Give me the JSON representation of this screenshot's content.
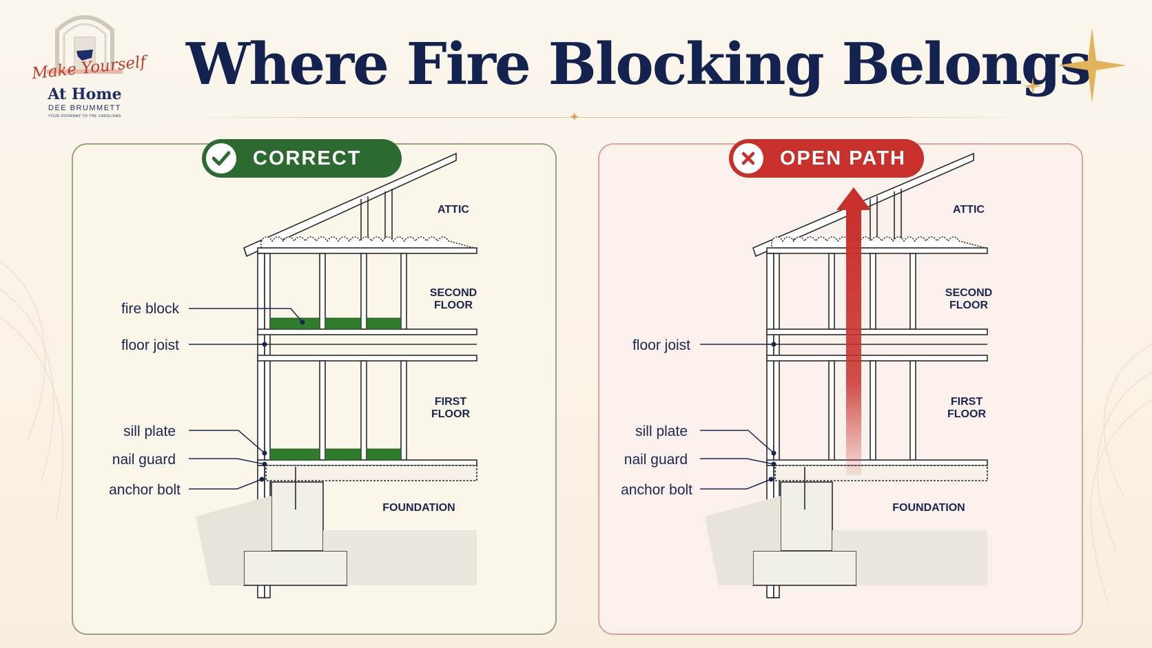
{
  "logo": {
    "script": "Make Yourself",
    "home": "At Home",
    "name": "DEE BRUMMETT",
    "tagline": "YOUR DOORWAY TO THE CAROLINAS"
  },
  "title": "Where Fire Blocking Belongs",
  "panels": {
    "correct": {
      "badge": "CORRECT",
      "attic": "ATTIC",
      "second_floor": [
        "SECOND",
        "FLOOR"
      ],
      "first_floor": [
        "FIRST",
        "FLOOR"
      ],
      "foundation": "FOUNDATION",
      "fire_block": "fire block",
      "floor_joist": "floor joist",
      "sill_plate": "sill plate",
      "nail_guard": "nail guard",
      "anchor_bolt": "anchor bolt"
    },
    "open": {
      "badge": "OPEN PATH",
      "attic": "ATTIC",
      "second_floor": [
        "SECOND",
        "FLOOR"
      ],
      "first_floor": [
        "FIRST",
        "FLOOR"
      ],
      "foundation": "FOUNDATION",
      "floor_joist": "floor joist",
      "sill_plate": "sill plate",
      "nail_guard": "nail guard",
      "anchor_bolt": "anchor bolt"
    }
  },
  "colors": {
    "navy": "#14224f",
    "correct_green": "#2d6a32",
    "fire_block_green": "#2f7d2c",
    "open_red": "#c8302c",
    "accent_gold": "#d8a64c"
  }
}
